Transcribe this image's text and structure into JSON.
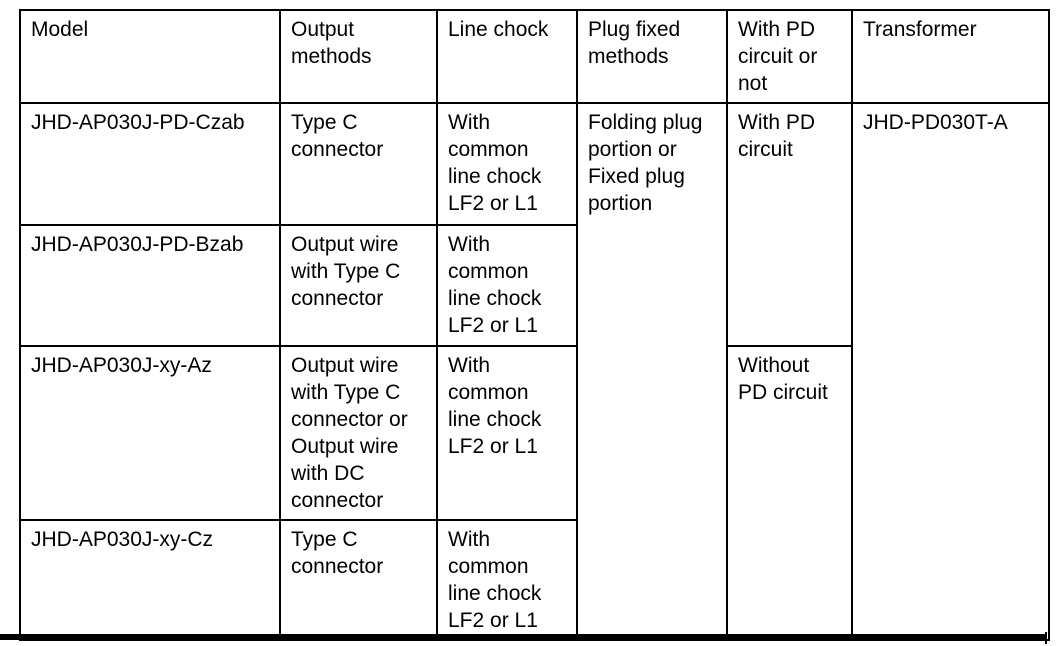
{
  "page": {
    "background_color": "#ffffff",
    "rule_color": "#000000"
  },
  "table": {
    "border_color": "#000000",
    "text_color": "#000000",
    "headers": [
      "Model",
      "Output\nmethods",
      "Line chock",
      "Plug fixed\nmethods",
      "With PD\ncircuit or\nnot",
      "Transformer"
    ],
    "rows": [
      {
        "model": "JHD-AP030J-PD-Czab",
        "output_method": "Type C\nconnector",
        "line_chock": "With\ncommon\nline chock\nLF2 or L1"
      },
      {
        "model": "JHD-AP030J-PD-Bzab",
        "output_method": "Output wire\nwith Type C\nconnector",
        "line_chock": "With\ncommon\nline chock\nLF2 or L1"
      },
      {
        "model": "JHD-AP030J-xy-Az",
        "output_method": "Output wire\nwith Type C\nconnector or\nOutput wire\nwith DC\nconnector",
        "line_chock": "With\ncommon\nline chock\nLF2 or L1"
      },
      {
        "model": "JHD-AP030J-xy-Cz",
        "output_method": "Type C\nconnector",
        "line_chock": "With\ncommon\nline chock\nLF2 or L1"
      }
    ],
    "merged_cells": {
      "plug_fixed_methods": "Folding plug\nportion or\nFixed plug\nportion",
      "pd_circuit_rows_1_2": "With PD\ncircuit",
      "pd_circuit_rows_3_4": "Without\nPD circuit",
      "transformer": "JHD-PD030T-A"
    }
  }
}
